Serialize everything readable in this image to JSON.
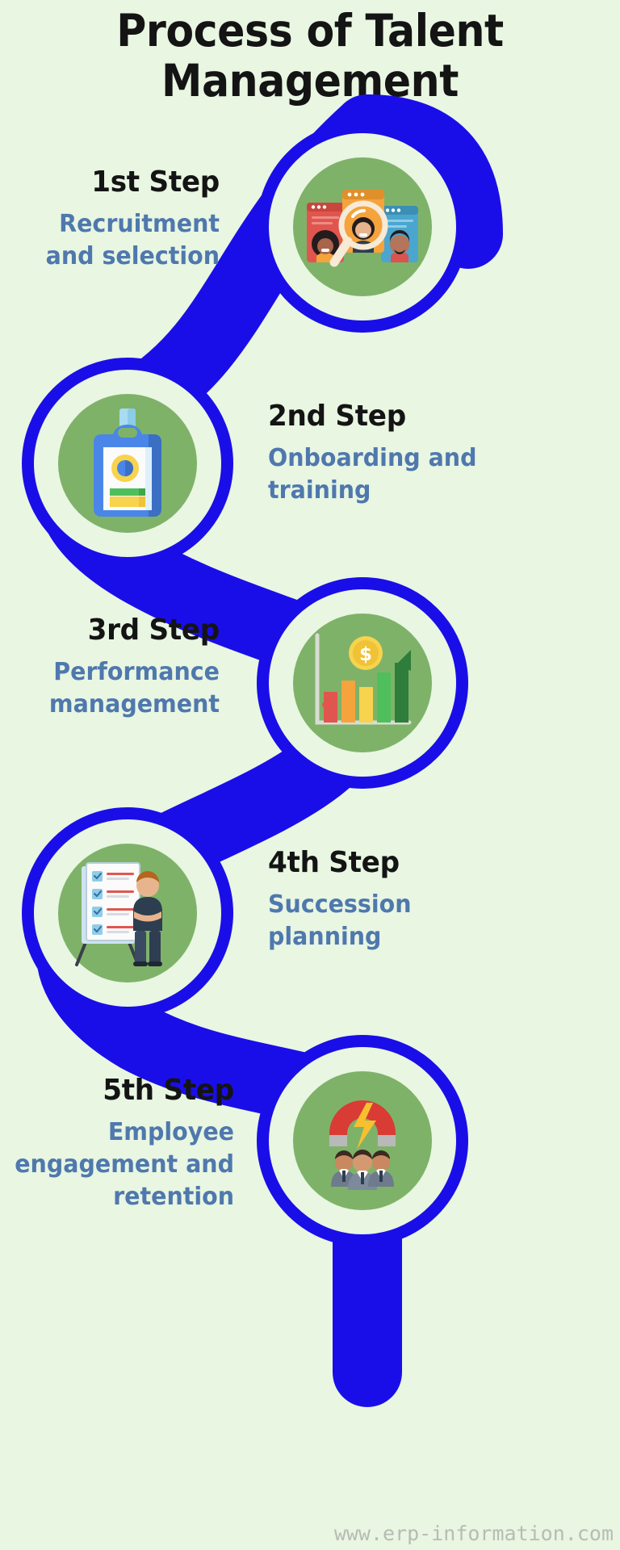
{
  "header": {
    "title": "Process of Talent Management"
  },
  "theme": {
    "background": "#e8f6e2",
    "ribbon_blue": "#1a0ee8",
    "ring_blue": "#1a0ee8",
    "icon_disc_green": "#7fb269",
    "step_number_color": "#141414",
    "step_description_color": "#4f78ad",
    "footer_color": "#b9bbb4"
  },
  "steps": [
    {
      "number": "1st Step",
      "description": "Recruitment and selection",
      "icon": "candidate-search-icon",
      "side": "right"
    },
    {
      "number": "2nd Step",
      "description": "Onboarding and training",
      "icon": "id-badge-icon",
      "side": "left"
    },
    {
      "number": "3rd Step",
      "description": "Performance management",
      "icon": "growth-bar-chart-icon",
      "side": "right"
    },
    {
      "number": "4th Step",
      "description": "Succession planning",
      "icon": "checklist-board-person-icon",
      "side": "left"
    },
    {
      "number": "5th Step",
      "description": "Employee engagement and retention",
      "icon": "magnet-team-icon",
      "side": "right"
    }
  ],
  "footer": {
    "url": "www.erp-information.com"
  }
}
